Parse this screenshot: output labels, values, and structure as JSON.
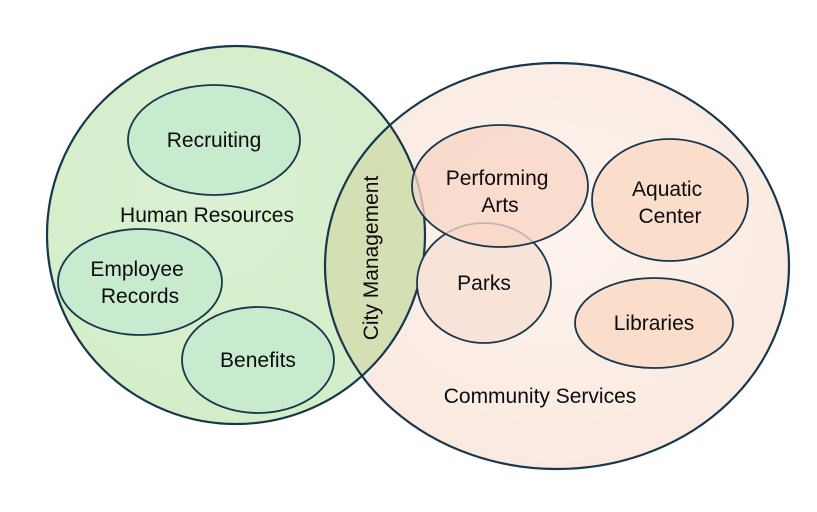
{
  "diagram_type": "venn",
  "colors": {
    "background": "#ffffff",
    "outline": "#17374d",
    "text": "#0d0d0d",
    "left_circle_fill_center": "#dbf0d3",
    "left_circle_fill_edge": "#d2edc7",
    "right_circle_fill_center": "#fdf3ee",
    "right_circle_fill_edge": "#f9e7dd",
    "overlap_fill": "#d5dfb4",
    "green_item_fill": "#c8eacf",
    "peach_item_fill": "#fadecb",
    "parks_item_fill": "#f8e3d8",
    "performing_item_fill": "#f7d6c5"
  },
  "venn": {
    "left_set": {
      "label": "Human Resources",
      "items": [
        {
          "label": "Recruiting",
          "lines": [
            "Recruiting"
          ]
        },
        {
          "label": "Employee Records",
          "lines": [
            "Employee",
            "Records"
          ]
        },
        {
          "label": "Benefits",
          "lines": [
            "Benefits"
          ]
        }
      ]
    },
    "right_set": {
      "label": "Community Services",
      "items": [
        {
          "label": "Performing Arts",
          "lines": [
            "Performing",
            "Arts"
          ]
        },
        {
          "label": "Aquatic Center",
          "lines": [
            "Aquatic",
            "Center"
          ]
        },
        {
          "label": "Parks",
          "lines": [
            "Parks"
          ]
        },
        {
          "label": "Libraries",
          "lines": [
            "Libraries"
          ]
        }
      ]
    },
    "intersection": {
      "label": "City Management"
    }
  }
}
